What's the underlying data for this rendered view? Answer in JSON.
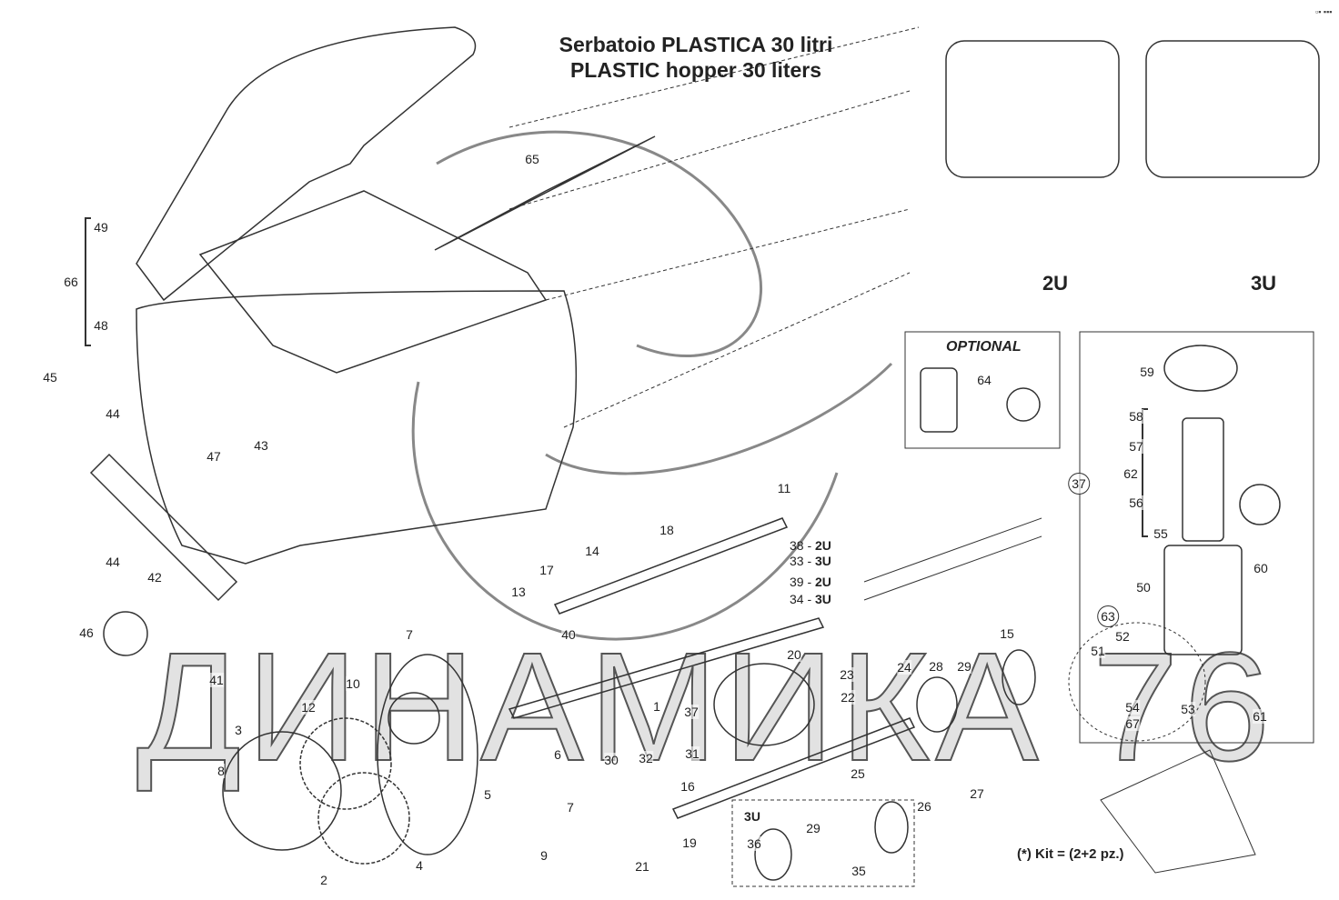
{
  "title": {
    "line1": "Serbatoio PLASTICA 30 litri",
    "line2": "PLASTIC hopper 30 liters"
  },
  "variants": {
    "two_unit": "2U",
    "three_unit": "3U"
  },
  "optional_label": "OPTIONAL",
  "kit_note": "(*) Kit = (2+2 pz.)",
  "watermark": "ДИНАМИКА 76",
  "corner_mark": "▫▪ ▪▪▪",
  "callouts": [
    "65",
    "49",
    "66",
    "48",
    "45",
    "44",
    "47",
    "43",
    "44",
    "42",
    "46",
    "41",
    "11",
    "18",
    "14",
    "17",
    "13",
    "7",
    "40",
    "20",
    "1",
    "12",
    "10",
    "3",
    "8",
    "37",
    "23",
    "24",
    "22",
    "28",
    "29",
    "15",
    "32",
    "31",
    "30",
    "6",
    "5",
    "7",
    "16",
    "25",
    "26",
    "27",
    "9",
    "21",
    "19",
    "4",
    "2",
    "36",
    "29",
    "35",
    "3U",
    "64",
    "59",
    "58",
    "57",
    "62",
    "56",
    "55",
    "37",
    "60",
    "50",
    "63",
    "52",
    "51",
    "54",
    "53",
    "67",
    "61"
  ],
  "suffix_labels": [
    {
      "num": "38 -",
      "var": "2U"
    },
    {
      "num": "33 -",
      "var": "3U"
    },
    {
      "num": "39 -",
      "var": "2U"
    },
    {
      "num": "34 -",
      "var": "3U"
    }
  ]
}
